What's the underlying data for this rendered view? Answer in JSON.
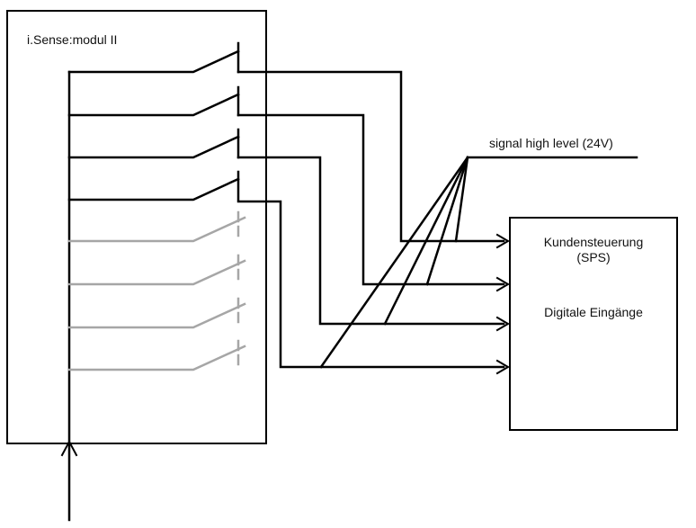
{
  "module": {
    "title": "i.Sense:modul II"
  },
  "signal": {
    "label": "signal high level (24V)"
  },
  "plc": {
    "line1": "Kundensteuerung",
    "line2": "(SPS)",
    "line3": "Digitale Eingänge"
  },
  "colors": {
    "line": "#000000",
    "inactive": "#a6a6a6"
  }
}
